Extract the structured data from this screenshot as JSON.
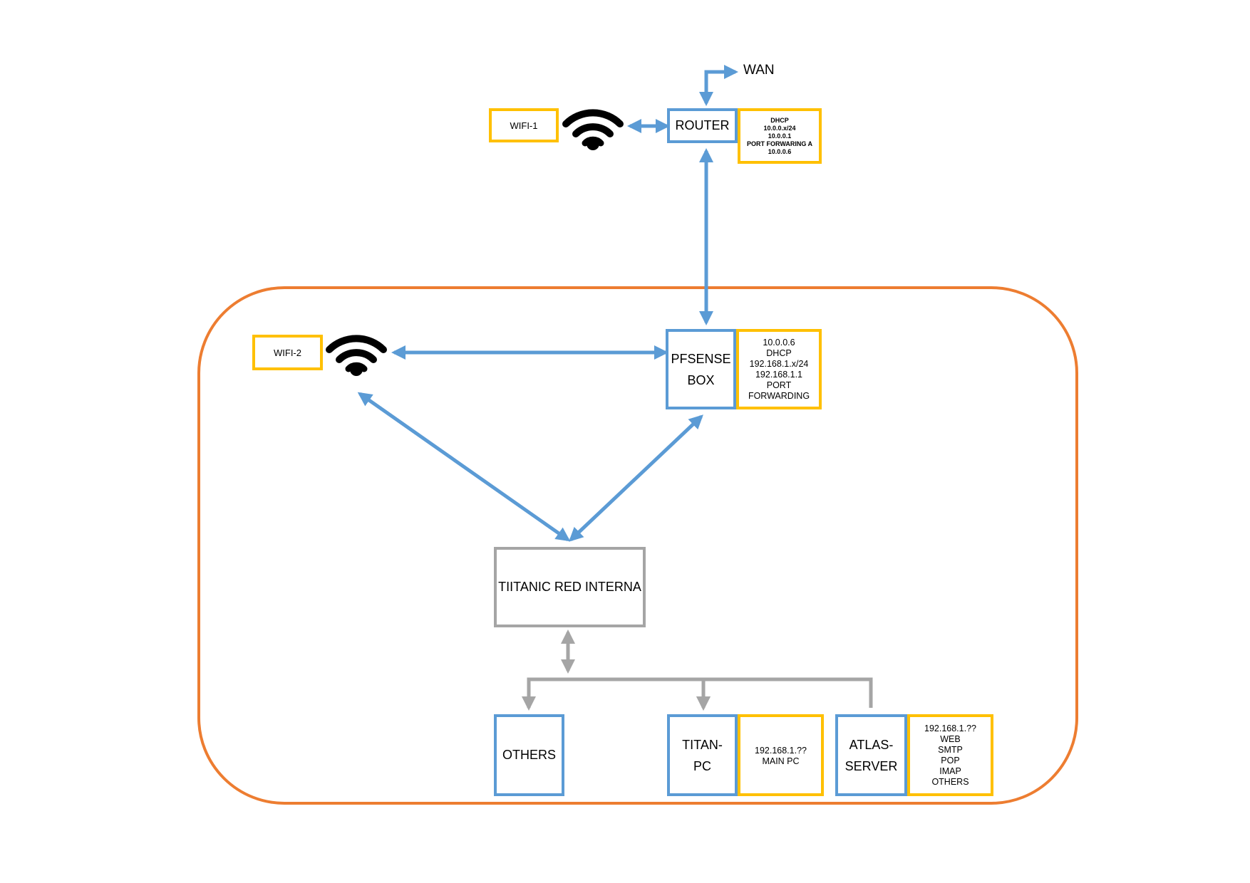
{
  "colors": {
    "accent_blue": "#5b9bd5",
    "info_yellow": "#ffc000",
    "internal_gray": "#a5a5a5",
    "zone_orange": "#ed7d31"
  },
  "wan": {
    "label": "WAN"
  },
  "wifi1": {
    "label": "WIFI-1",
    "icon": "wifi-icon"
  },
  "wifi2": {
    "label": "WIFI-2",
    "icon": "wifi-icon"
  },
  "router": {
    "label": "ROUTER",
    "info": [
      "DHCP",
      "10.0.0.x/24",
      "10.0.0.1",
      "PORT FORWARING A",
      "10.0.0.6"
    ]
  },
  "pfsense": {
    "label_lines": [
      "PFSENSE",
      "BOX"
    ],
    "info": [
      "10.0.0.6",
      "DHCP",
      "192.168.1.x/24",
      "192.168.1.1",
      "PORT",
      "FORWARDING"
    ]
  },
  "internal_network": {
    "label": "TIITANIC RED INTERNA"
  },
  "others": {
    "label": "OTHERS"
  },
  "titan_pc": {
    "label_lines": [
      "TITAN-",
      "PC"
    ],
    "info": [
      "192.168.1.??",
      "MAIN PC"
    ]
  },
  "atlas_server": {
    "label_lines": [
      "ATLAS-",
      "SERVER"
    ],
    "info": [
      "192.168.1.??",
      "WEB",
      "SMTP",
      "POP",
      "IMAP",
      "OTHERS"
    ]
  }
}
